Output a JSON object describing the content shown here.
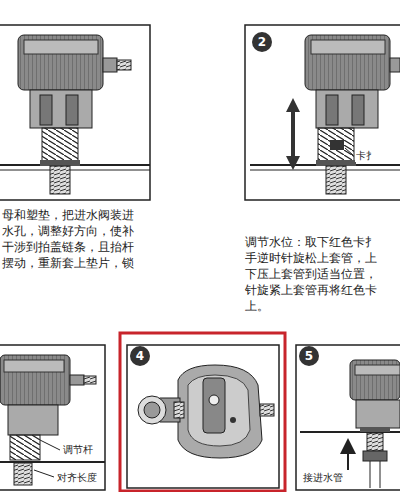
{
  "diagram": {
    "nodes": [
      {
        "text": [
          "2"
        ]
      },
      {
        "text": [
          "4"
        ]
      },
      {
        "text": [
          "5"
        ]
      }
    ],
    "labels": [
      "母和塑垫，把进水阀装进",
      "水孔，调整好方向，使补",
      "干涉到拍盖链条，且抬杆",
      "摆动，重新套上垫片，锁",
      "卡扌",
      "调节水位：取下红色卡扌",
      "手逆时针旋松上套管，上",
      "下压上套管到适当位置，",
      "针旋紧上套管再将红色卡",
      "上。",
      "调节杆",
      "对齐长度",
      "接进水管"
    ]
  }
}
